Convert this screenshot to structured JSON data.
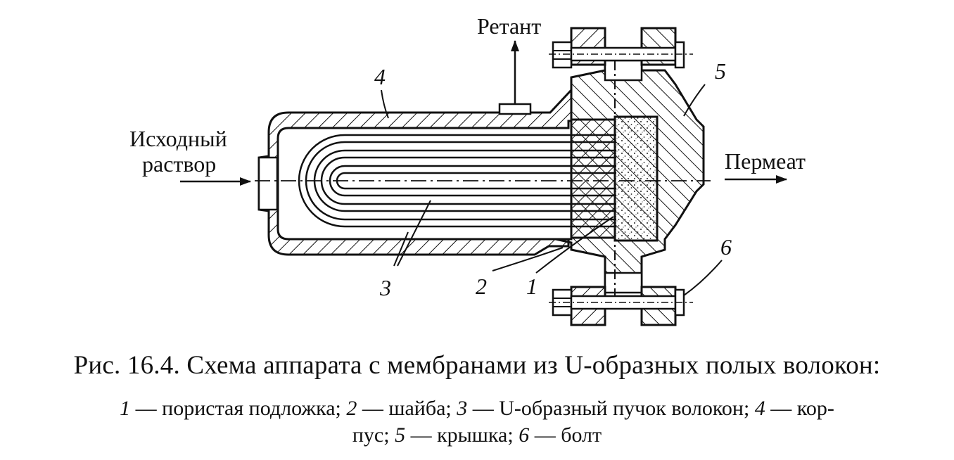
{
  "labels": {
    "retant": "Ретант",
    "feed_line1": "Исходный",
    "feed_line2": "раствор",
    "permeat": "Пермеат",
    "n1": "1",
    "n2": "2",
    "n3": "3",
    "n4": "4",
    "n5": "5",
    "n6": "6"
  },
  "caption": {
    "title": "Рис. 16.4. Схема аппарата с мембранами из U-образных полых волокон:",
    "legend": [
      {
        "num": "1",
        "text": " — пористая подложка; "
      },
      {
        "num": "2",
        "text": " — шайба; "
      },
      {
        "num": "3",
        "text": " — U-образный пучок волокон; "
      },
      {
        "num": "4",
        "text": " — кор-"
      },
      {
        "text": "пус; "
      },
      {
        "num": "5",
        "text": " — крышка; "
      },
      {
        "num": "6",
        "text": " — болт"
      }
    ]
  }
}
